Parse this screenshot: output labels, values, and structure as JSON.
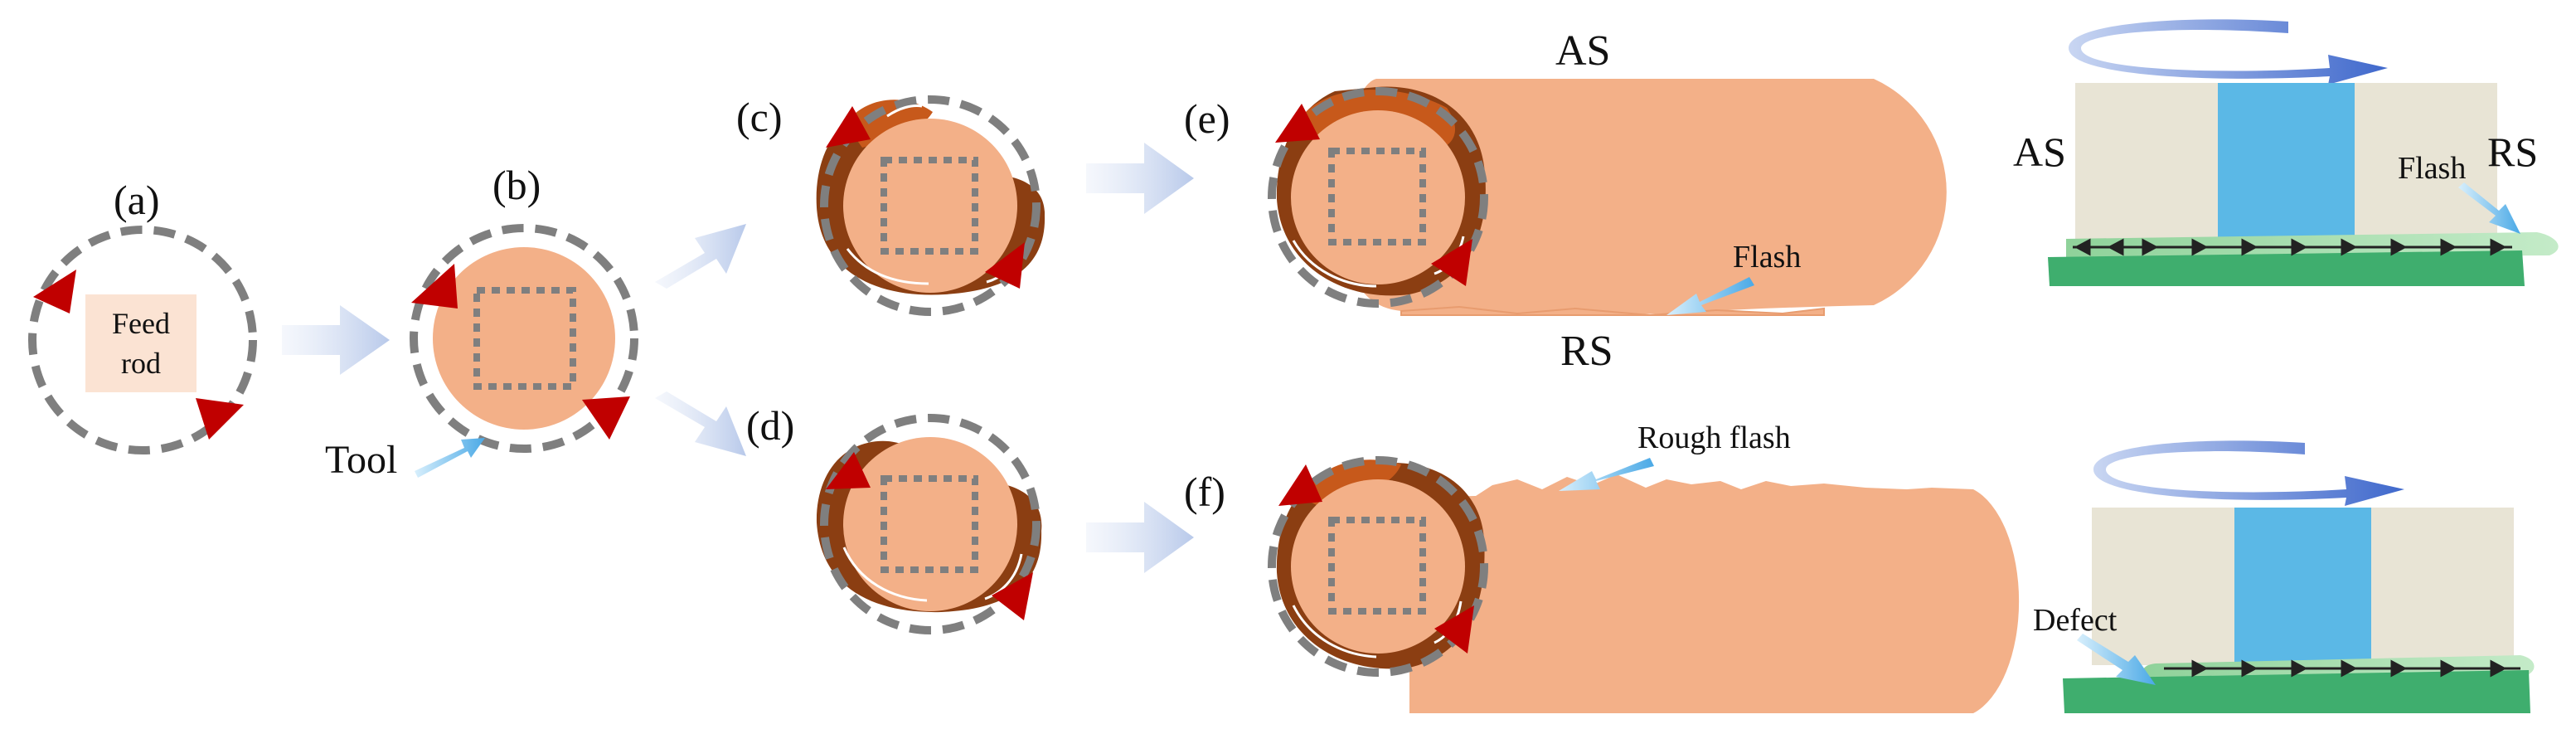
{
  "panels": {
    "a": "(a)",
    "b": "(b)",
    "c": "(c)",
    "d": "(d)",
    "e": "(e)",
    "f": "(f)"
  },
  "labels": {
    "feed_rod_line1": "Feed",
    "feed_rod_line2": "rod",
    "tool": "Tool",
    "as_top": "AS",
    "rs_bottom": "RS",
    "flash_e": "Flash",
    "rough_flash": "Rough flash",
    "side_as": "AS",
    "side_rs": "RS",
    "side_flash": "Flash",
    "defect": "Defect"
  },
  "colors": {
    "feed_rod": "#f3b088",
    "feed_rod_box": "#fbe3d3",
    "material_dark": "#8b3e12",
    "material_light": "#c7591b",
    "marker": "#c00000",
    "dashed_ring": "#7f7f7f",
    "process_arrow": "#c9d6ee",
    "blue_tool": "#5bb8e6",
    "substrate": "#3fae6e",
    "deposit": "#a8dcae",
    "side_block": "#e8e4d5",
    "rotation": "#4f78d0"
  }
}
